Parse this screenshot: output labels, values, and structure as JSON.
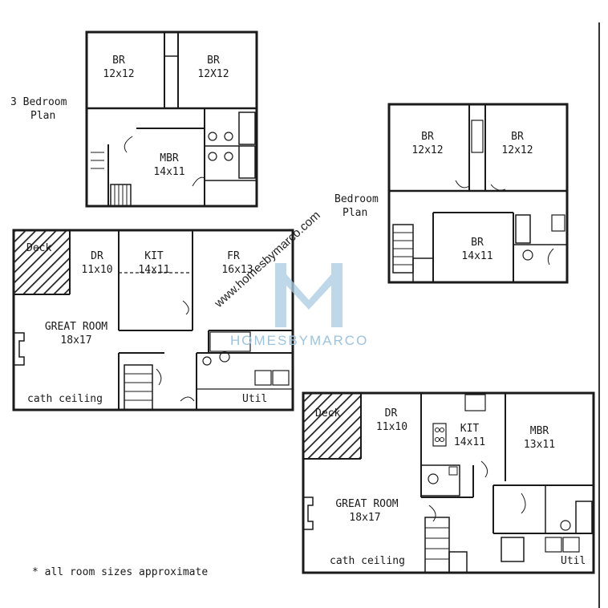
{
  "plans": {
    "three_bedroom": {
      "caption_line1": "3 Bedroom",
      "caption_line2": "Plan",
      "upper": [
        {
          "name": "BR",
          "size": "12x12"
        },
        {
          "name": "BR",
          "size": "12X12"
        },
        {
          "name": "MBR",
          "size": "14x11"
        }
      ],
      "lower": [
        {
          "name": "Deck"
        },
        {
          "name": "DR",
          "size": "11x10"
        },
        {
          "name": "KIT",
          "size": "14x11"
        },
        {
          "name": "FR",
          "size": "16x13"
        },
        {
          "name": "GREAT ROOM",
          "size": "18x17"
        },
        {
          "name": "cath ceiling"
        },
        {
          "name": "Util"
        }
      ]
    },
    "four_bedroom": {
      "caption_line1": "Bedroom",
      "caption_line2": "Plan",
      "upper": [
        {
          "name": "BR",
          "size": "12x12"
        },
        {
          "name": "BR",
          "size": "12x12"
        },
        {
          "name": "BR",
          "size": "14x11"
        }
      ],
      "lower": [
        {
          "name": "Deck"
        },
        {
          "name": "DR",
          "size": "11x10"
        },
        {
          "name": "KIT",
          "size": "14x11"
        },
        {
          "name": "MBR",
          "size": "13x11"
        },
        {
          "name": "GREAT ROOM",
          "size": "18x17"
        },
        {
          "name": "cath ceiling"
        },
        {
          "name": "Util"
        }
      ]
    }
  },
  "footnote": "* all room sizes approximate",
  "watermark": {
    "url": "www.homesbymarco.com",
    "brand": "HOMESBYMARCO",
    "color": "#9ec3dc"
  }
}
